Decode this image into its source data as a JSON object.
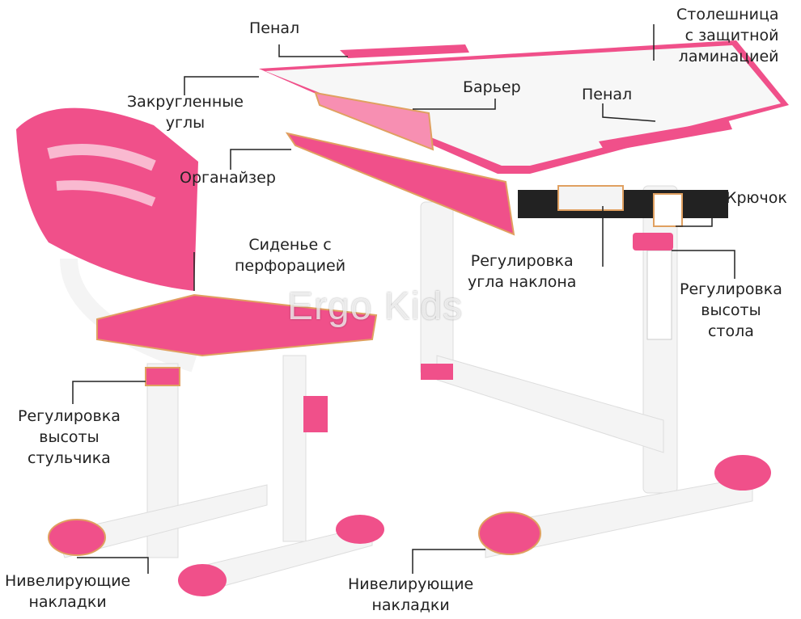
{
  "watermark": "Ergo Kids",
  "colors": {
    "pink": "#f0508a",
    "pink_light": "#f78fb2",
    "frame": "#f4f4f4",
    "outline": "#e0a060",
    "leader": "#222222"
  },
  "labels": {
    "pencil_case_top": [
      "Пенал"
    ],
    "tabletop": [
      "Столешница",
      "с защитной",
      "ламинацией"
    ],
    "rounded_corners": [
      "Закругленные",
      "углы"
    ],
    "barrier": [
      "Барьер"
    ],
    "pencil_case_right": [
      "Пенал"
    ],
    "organizer": [
      "Органайзер"
    ],
    "hook": [
      "Крючок"
    ],
    "seat": [
      "Сиденье с",
      "перфорацией"
    ],
    "tilt_adjust": [
      "Регулировка",
      "угла наклона"
    ],
    "desk_height": [
      "Регулировка",
      "высоты",
      "стола"
    ],
    "chair_height": [
      "Регулировка",
      "высоты",
      "стульчика"
    ],
    "levelers_left": [
      "Нивелирующие",
      "накладки"
    ],
    "levelers_right": [
      "Нивелирующие",
      "накладки"
    ]
  }
}
